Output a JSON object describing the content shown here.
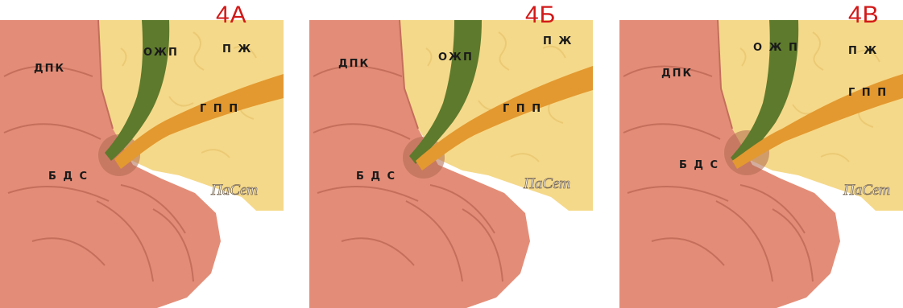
{
  "panels": [
    {
      "variant": "4А",
      "labels": {
        "duodenum": "ДПК",
        "common_bile_duct": "ОЖП",
        "pancreas": "П Ж",
        "main_pancreatic_duct": "Г П П",
        "major_duodenal_papilla": "Б Д С"
      },
      "signature": "ПаСет"
    },
    {
      "variant": "4Б",
      "labels": {
        "duodenum": "ДПК",
        "common_bile_duct": "ОЖП",
        "pancreas": "П Ж",
        "main_pancreatic_duct": "Г П П",
        "major_duodenal_papilla": "Б Д С"
      },
      "signature": "ПаСет"
    },
    {
      "variant": "4В",
      "labels": {
        "duodenum": "ДПК",
        "common_bile_duct": "О Ж П",
        "pancreas": "П Ж",
        "main_pancreatic_duct": "Г П П",
        "major_duodenal_papilla": "Б Д С"
      },
      "signature": "ПаСет"
    }
  ],
  "colors": {
    "duodenum": "#e38d78",
    "duodenum_edge": "#c46e5c",
    "pancreas": "#f5d98a",
    "bile_duct": "#5e7a2c",
    "pancreatic_duct": "#e3992f",
    "papilla": "#b06a50",
    "label_variant": "#d21818"
  }
}
